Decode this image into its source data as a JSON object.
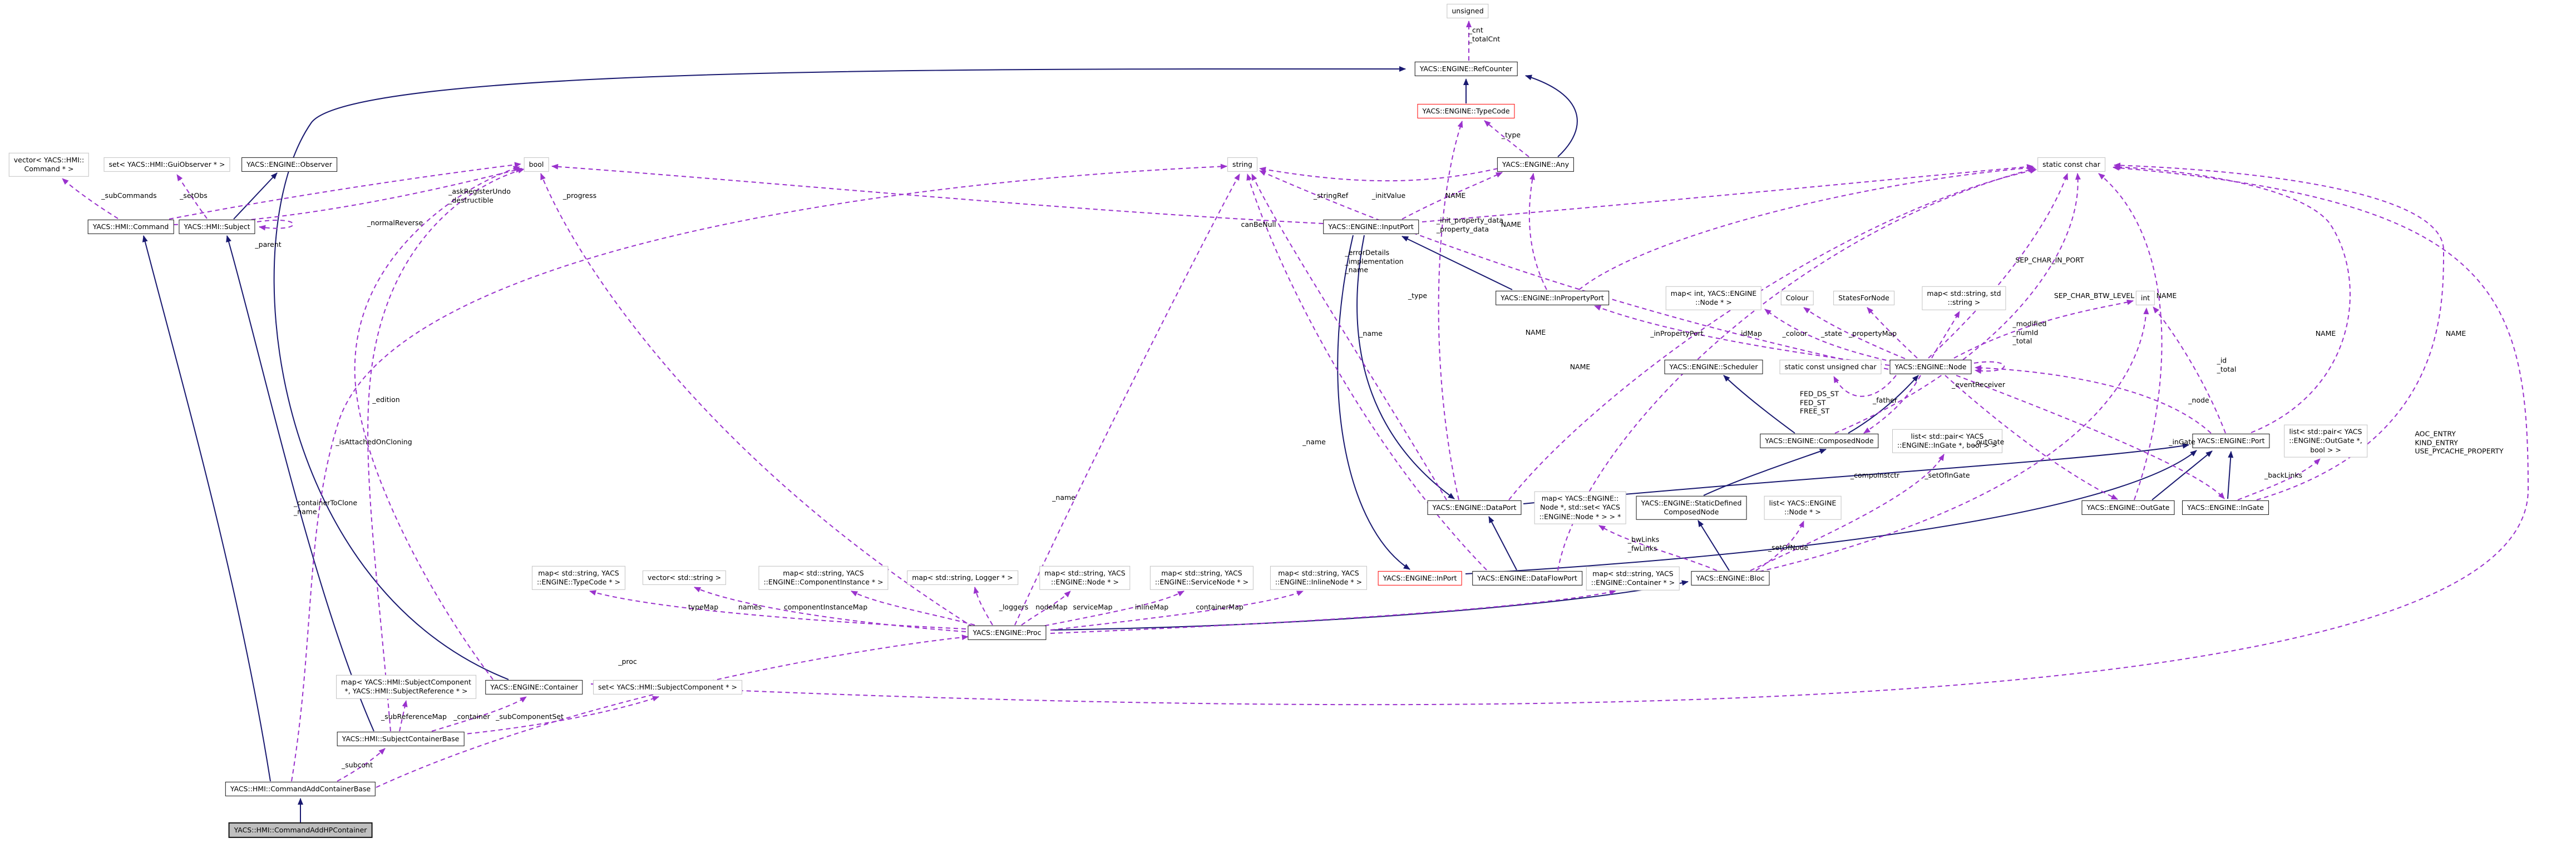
{
  "diagram": {
    "main_node": "YACS::HMI::CommandAddHPContainer",
    "colors": {
      "inheritance_edge": "#191970",
      "usage_edge": "#9a32cd",
      "class_border": "#141414",
      "template_border": "#c2c2c2",
      "highlight_border": "#ff0000",
      "focus_fill": "#bfbfbf",
      "background": "#ffffff"
    },
    "nodes": [
      {
        "id": "unsigned",
        "label": "unsigned",
        "kind": "template"
      },
      {
        "id": "refcounter",
        "label": "YACS::ENGINE::RefCounter",
        "kind": "class"
      },
      {
        "id": "typecode",
        "label": "YACS::ENGINE::TypeCode",
        "kind": "ref"
      },
      {
        "id": "veccommand",
        "label": "vector< YACS::HMI::\nCommand * >",
        "kind": "template"
      },
      {
        "id": "setguiobs",
        "label": "set< YACS::HMI::GuiObserver * >",
        "kind": "template"
      },
      {
        "id": "observer",
        "label": "YACS::ENGINE::Observer",
        "kind": "class"
      },
      {
        "id": "bool",
        "label": "bool",
        "kind": "template"
      },
      {
        "id": "string",
        "label": "string",
        "kind": "template"
      },
      {
        "id": "any",
        "label": "YACS::ENGINE::Any",
        "kind": "class"
      },
      {
        "id": "statconstchar",
        "label": "static const char",
        "kind": "template"
      },
      {
        "id": "command",
        "label": "YACS::HMI::Command",
        "kind": "class"
      },
      {
        "id": "subject",
        "label": "YACS::HMI::Subject",
        "kind": "class"
      },
      {
        "id": "inputport",
        "label": "YACS::ENGINE::InputPort",
        "kind": "class"
      },
      {
        "id": "inpropertyport",
        "label": "YACS::ENGINE::InPropertyPort",
        "kind": "class"
      },
      {
        "id": "mapintnode",
        "label": "map< int, YACS::ENGINE\n::Node * >",
        "kind": "template"
      },
      {
        "id": "colour",
        "label": "Colour",
        "kind": "template"
      },
      {
        "id": "statesfornode",
        "label": "StatesForNode",
        "kind": "template"
      },
      {
        "id": "mapstrstr",
        "label": "map< std::string, std\n::string >",
        "kind": "template"
      },
      {
        "id": "int",
        "label": "int",
        "kind": "template"
      },
      {
        "id": "scheduler",
        "label": "YACS::ENGINE::Scheduler",
        "kind": "class"
      },
      {
        "id": "statconstuchar",
        "label": "static const unsigned char",
        "kind": "template"
      },
      {
        "id": "node",
        "label": "YACS::ENGINE::Node",
        "kind": "class"
      },
      {
        "id": "composednode",
        "label": "YACS::ENGINE::ComposedNode",
        "kind": "class"
      },
      {
        "id": "listingate",
        "label": "list< std::pair< YACS\n::ENGINE::InGate *, bool > >",
        "kind": "template"
      },
      {
        "id": "port",
        "label": "YACS::ENGINE::Port",
        "kind": "class"
      },
      {
        "id": "listoutgate",
        "label": "list< std::pair< YACS\n::ENGINE::OutGate *,\nbool > >",
        "kind": "template"
      },
      {
        "id": "dataport",
        "label": "YACS::ENGINE::DataPort",
        "kind": "class"
      },
      {
        "id": "mapnodesetnode",
        "label": "map< YACS::ENGINE::\nNode *, std::set< YACS\n::ENGINE::Node * > > *",
        "kind": "template"
      },
      {
        "id": "staticdefined",
        "label": "YACS::ENGINE::StaticDefined\nComposedNode",
        "kind": "class"
      },
      {
        "id": "listnode",
        "label": "list< YACS::ENGINE\n::Node * >",
        "kind": "template"
      },
      {
        "id": "outgate",
        "label": "YACS::ENGINE::OutGate",
        "kind": "class"
      },
      {
        "id": "ingate",
        "label": "YACS::ENGINE::InGate",
        "kind": "class"
      },
      {
        "id": "inport",
        "label": "YACS::ENGINE::InPort",
        "kind": "ref"
      },
      {
        "id": "dataflowport",
        "label": "YACS::ENGINE::DataFlowPort",
        "kind": "class"
      },
      {
        "id": "mapcontainer",
        "label": "map< std::string, YACS\n::ENGINE::Container * >",
        "kind": "template"
      },
      {
        "id": "bloc",
        "label": "YACS::ENGINE::Bloc",
        "kind": "class"
      },
      {
        "id": "maptypecode",
        "label": "map< std::string, YACS\n::ENGINE::TypeCode * >",
        "kind": "template"
      },
      {
        "id": "vecstring",
        "label": "vector< std::string >",
        "kind": "template"
      },
      {
        "id": "mapcompinst",
        "label": "map< std::string, YACS\n::ENGINE::ComponentInstance * >",
        "kind": "template"
      },
      {
        "id": "maplogger",
        "label": "map< std::string, Logger * >",
        "kind": "template"
      },
      {
        "id": "mapnode",
        "label": "map< std::string, YACS\n::ENGINE::Node * >",
        "kind": "template"
      },
      {
        "id": "mapservicenode",
        "label": "map< std::string, YACS\n::ENGINE::ServiceNode * >",
        "kind": "template"
      },
      {
        "id": "mapinlinenode",
        "label": "map< std::string, YACS\n::ENGINE::InlineNode * >",
        "kind": "template"
      },
      {
        "id": "proc",
        "label": "YACS::ENGINE::Proc",
        "kind": "class"
      },
      {
        "id": "mapsubjcomp",
        "label": "map< YACS::HMI::SubjectComponent\n*, YACS::HMI::SubjectReference * >",
        "kind": "template"
      },
      {
        "id": "container",
        "label": "YACS::ENGINE::Container",
        "kind": "class"
      },
      {
        "id": "setsubjcomp",
        "label": "set< YACS::HMI::SubjectComponent * >",
        "kind": "template"
      },
      {
        "id": "subjcontbase",
        "label": "YACS::HMI::SubjectContainerBase",
        "kind": "class"
      },
      {
        "id": "cmdaddcontbase",
        "label": "YACS::HMI::CommandAddContainerBase",
        "kind": "class"
      },
      {
        "id": "cmdaddhp",
        "label": "YACS::HMI::CommandAddHPContainer",
        "kind": "focus"
      }
    ],
    "edges": [
      {
        "id": "i1",
        "from": "typecode",
        "to": "refcounter",
        "kind": "inheritance"
      },
      {
        "id": "i2",
        "from": "any",
        "to": "refcounter",
        "kind": "inheritance"
      },
      {
        "id": "i3",
        "from": "subject",
        "to": "observer",
        "kind": "inheritance"
      },
      {
        "id": "i4",
        "from": "subjcontbase",
        "to": "subject",
        "kind": "inheritance"
      },
      {
        "id": "i5",
        "from": "cmdaddcontbase",
        "to": "command",
        "kind": "inheritance"
      },
      {
        "id": "i6",
        "from": "cmdaddhp",
        "to": "cmdaddcontbase",
        "kind": "inheritance"
      },
      {
        "id": "i7",
        "from": "container",
        "to": "refcounter",
        "kind": "inheritance"
      },
      {
        "id": "i8",
        "from": "proc",
        "to": "bloc",
        "kind": "inheritance"
      },
      {
        "id": "i9",
        "from": "bloc",
        "to": "staticdefined",
        "kind": "inheritance"
      },
      {
        "id": "i10",
        "from": "staticdefined",
        "to": "composednode",
        "kind": "inheritance"
      },
      {
        "id": "i11",
        "from": "composednode",
        "to": "scheduler",
        "kind": "inheritance"
      },
      {
        "id": "i12",
        "from": "composednode",
        "to": "node",
        "kind": "inheritance"
      },
      {
        "id": "i13",
        "from": "dataport",
        "to": "port",
        "kind": "inheritance"
      },
      {
        "id": "i14",
        "from": "inport",
        "to": "port",
        "kind": "inheritance"
      },
      {
        "id": "i15",
        "from": "inputport",
        "to": "dataport",
        "kind": "inheritance"
      },
      {
        "id": "i16",
        "from": "inputport",
        "to": "inport",
        "kind": "inheritance"
      },
      {
        "id": "i17",
        "from": "dataflowport",
        "to": "dataport",
        "kind": "inheritance"
      },
      {
        "id": "i18",
        "from": "inpropertyport",
        "to": "inputport",
        "kind": "inheritance"
      },
      {
        "id": "i19",
        "from": "outgate",
        "to": "port",
        "kind": "inheritance"
      },
      {
        "id": "i20",
        "from": "ingate",
        "to": "port",
        "kind": "inheritance"
      },
      {
        "id": "u1",
        "from": "refcounter",
        "to": "unsigned",
        "kind": "usage",
        "label": "_cnt\n_totalCnt"
      },
      {
        "id": "u2",
        "from": "any",
        "to": "typecode",
        "kind": "usage",
        "label": "_type"
      },
      {
        "id": "u3",
        "from": "dataport",
        "to": "typecode",
        "kind": "usage",
        "label": "_type"
      },
      {
        "id": "u4",
        "from": "command",
        "to": "veccommand",
        "kind": "usage",
        "label": "_subCommands"
      },
      {
        "id": "u5",
        "from": "subject",
        "to": "setguiobs",
        "kind": "usage",
        "label": "_setObs"
      },
      {
        "id": "u6",
        "from": "subject",
        "to": "subject",
        "kind": "usage",
        "label": "_parent"
      },
      {
        "id": "u7",
        "from": "command",
        "to": "bool",
        "kind": "usage",
        "label": "_normalReverse"
      },
      {
        "id": "u8",
        "from": "command",
        "to": "bool",
        "kind": "usage",
        "label": "_askRegisterUndo\n_destructible"
      },
      {
        "id": "u9",
        "from": "proc",
        "to": "bool",
        "kind": "usage",
        "label": "_progress"
      },
      {
        "id": "u10",
        "from": "inputport",
        "to": "bool",
        "kind": "usage",
        "label": "canBeNull"
      },
      {
        "id": "u11",
        "from": "subjcontbase",
        "to": "bool",
        "kind": "usage",
        "label": "_edition"
      },
      {
        "id": "u12",
        "from": "container",
        "to": "bool",
        "kind": "usage",
        "label": "_isAttachedOnCloning"
      },
      {
        "id": "u13",
        "from": "cmdaddcontbase",
        "to": "string",
        "kind": "usage",
        "label": "_containerToClone\n_name"
      },
      {
        "id": "u14",
        "from": "node",
        "to": "string",
        "kind": "usage",
        "label": "_errorDetails\n_implementation\n_name"
      },
      {
        "id": "u15",
        "from": "dataport",
        "to": "string",
        "kind": "usage",
        "label": "_name"
      },
      {
        "id": "u16",
        "from": "dataflowport",
        "to": "string",
        "kind": "usage",
        "label": "_name"
      },
      {
        "id": "u17",
        "from": "proc",
        "to": "string",
        "kind": "usage",
        "label": "_name"
      },
      {
        "id": "u18",
        "from": "any",
        "to": "string",
        "kind": "usage",
        "label": "_stringRef"
      },
      {
        "id": "u19",
        "from": "inputport",
        "to": "any",
        "kind": "usage",
        "label": "_initValue"
      },
      {
        "id": "u20",
        "from": "inpropertyport",
        "to": "any",
        "kind": "usage",
        "label": "_init_property_data\n_property_data"
      },
      {
        "id": "u21",
        "from": "inputport",
        "to": "statconstchar",
        "kind": "usage",
        "label": "NAME"
      },
      {
        "id": "u22",
        "from": "inpropertyport",
        "to": "statconstchar",
        "kind": "usage",
        "label": "NAME"
      },
      {
        "id": "u23",
        "from": "dataflowport",
        "to": "statconstchar",
        "kind": "usage",
        "label": "NAME"
      },
      {
        "id": "u24",
        "from": "dataport",
        "to": "statconstchar",
        "kind": "usage",
        "label": "NAME"
      },
      {
        "id": "u25",
        "from": "outgate",
        "to": "statconstchar",
        "kind": "usage",
        "label": "NAME"
      },
      {
        "id": "u26",
        "from": "port",
        "to": "statconstchar",
        "kind": "usage",
        "label": "NAME"
      },
      {
        "id": "u27",
        "from": "ingate",
        "to": "statconstchar",
        "kind": "usage",
        "label": "NAME"
      },
      {
        "id": "u28",
        "from": "node",
        "to": "statconstchar",
        "kind": "usage",
        "label": "SEP_CHAR_IN_PORT"
      },
      {
        "id": "u29",
        "from": "composednode",
        "to": "statconstchar",
        "kind": "usage",
        "label": "SEP_CHAR_BTW_LEVEL"
      },
      {
        "id": "u30",
        "from": "node",
        "to": "colour",
        "kind": "usage",
        "label": "_colour"
      },
      {
        "id": "u31",
        "from": "node",
        "to": "statesfornode",
        "kind": "usage",
        "label": "_state"
      },
      {
        "id": "u32",
        "from": "node",
        "to": "mapstrstr",
        "kind": "usage",
        "label": "_propertyMap"
      },
      {
        "id": "u33",
        "from": "node",
        "to": "mapintnode",
        "kind": "usage",
        "label": "idMap"
      },
      {
        "id": "u34",
        "from": "node",
        "to": "inpropertyport",
        "kind": "usage",
        "label": "_inPropertyPort"
      },
      {
        "id": "u35",
        "from": "node",
        "to": "int",
        "kind": "usage",
        "label": "_modified\n_numId\n_total"
      },
      {
        "id": "u36",
        "from": "port",
        "to": "int",
        "kind": "usage",
        "label": "_id\n_total"
      },
      {
        "id": "u37",
        "from": "node",
        "to": "node",
        "kind": "usage",
        "label": "_eventReceiver"
      },
      {
        "id": "u38",
        "from": "node",
        "to": "statconstuchar",
        "kind": "usage",
        "label": "FED_DS_ST\nFED_ST\nFREE_ST"
      },
      {
        "id": "u39",
        "from": "node",
        "to": "composednode",
        "kind": "usage",
        "label": "_father"
      },
      {
        "id": "u40",
        "from": "port",
        "to": "node",
        "kind": "usage",
        "label": "_node"
      },
      {
        "id": "u41",
        "from": "node",
        "to": "outgate",
        "kind": "usage",
        "label": "_outGate"
      },
      {
        "id": "u42",
        "from": "node",
        "to": "ingate",
        "kind": "usage",
        "label": "_inGate"
      },
      {
        "id": "u43",
        "from": "bloc",
        "to": "listingate",
        "kind": "usage",
        "label": "_setOfInGate"
      },
      {
        "id": "u44",
        "from": "ingate",
        "to": "listoutgate",
        "kind": "usage",
        "label": "_backLinks"
      },
      {
        "id": "u45",
        "from": "bloc",
        "to": "mapnodesetnode",
        "kind": "usage",
        "label": "_bwLinks\n_fwLinks"
      },
      {
        "id": "u46",
        "from": "bloc",
        "to": "listnode",
        "kind": "usage",
        "label": "_setOfNode"
      },
      {
        "id": "u47",
        "from": "bloc",
        "to": "int",
        "kind": "usage",
        "label": "_compoinstctr"
      },
      {
        "id": "u48",
        "from": "container",
        "to": "statconstchar",
        "kind": "usage",
        "label": "AOC_ENTRY\nKIND_ENTRY\nUSE_PYCACHE_PROPERTY"
      },
      {
        "id": "u49",
        "from": "proc",
        "to": "maptypecode",
        "kind": "usage",
        "label": "typeMap"
      },
      {
        "id": "u50",
        "from": "proc",
        "to": "vecstring",
        "kind": "usage",
        "label": "names"
      },
      {
        "id": "u51",
        "from": "proc",
        "to": "mapcompinst",
        "kind": "usage",
        "label": "componentInstanceMap"
      },
      {
        "id": "u52",
        "from": "proc",
        "to": "maplogger",
        "kind": "usage",
        "label": "_loggers"
      },
      {
        "id": "u53",
        "from": "proc",
        "to": "mapnode",
        "kind": "usage",
        "label": "nodeMap"
      },
      {
        "id": "u54",
        "from": "proc",
        "to": "mapservicenode",
        "kind": "usage",
        "label": "serviceMap"
      },
      {
        "id": "u55",
        "from": "proc",
        "to": "mapinlinenode",
        "kind": "usage",
        "label": "inlineMap"
      },
      {
        "id": "u56",
        "from": "proc",
        "to": "mapcontainer",
        "kind": "usage",
        "label": "containerMap"
      },
      {
        "id": "u57",
        "from": "cmdaddcontbase",
        "to": "proc",
        "kind": "usage",
        "label": "_proc"
      },
      {
        "id": "u58",
        "from": "cmdaddcontbase",
        "to": "subjcontbase",
        "kind": "usage",
        "label": "_subcont"
      },
      {
        "id": "u59",
        "from": "subjcontbase",
        "to": "mapsubjcomp",
        "kind": "usage",
        "label": "_subReferenceMap"
      },
      {
        "id": "u60",
        "from": "subjcontbase",
        "to": "container",
        "kind": "usage",
        "label": "_container"
      },
      {
        "id": "u61",
        "from": "subjcontbase",
        "to": "setsubjcomp",
        "kind": "usage",
        "label": "_subComponentSet"
      }
    ]
  }
}
